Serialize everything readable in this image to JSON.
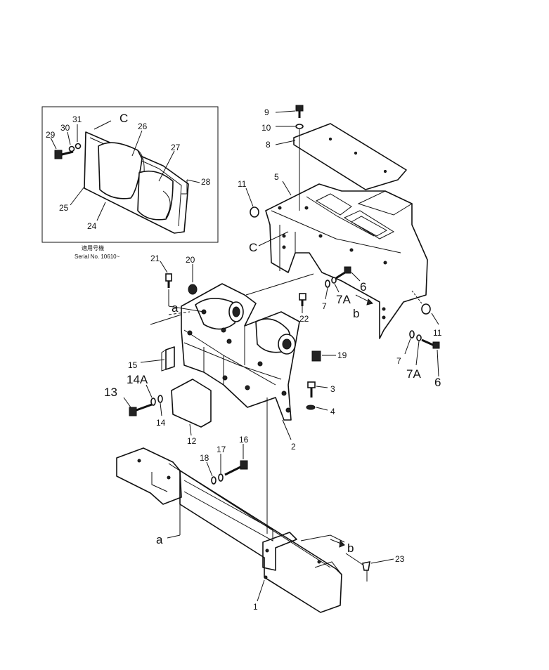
{
  "inset": {
    "serial_heading": "適用号機",
    "serial_text": "Serial No. 10610~",
    "labels": [
      "29",
      "30",
      "31",
      "C",
      "26",
      "27",
      "28",
      "25",
      "24"
    ]
  },
  "callouts": {
    "p1": "1",
    "p2": "2",
    "p3": "3",
    "p4": "4",
    "p5": "5",
    "p6a": "6",
    "p6b": "6",
    "p7a": "7",
    "p7b": "7",
    "p7Aa": "7A",
    "p7Ab": "7A",
    "p8": "8",
    "p9": "9",
    "p10": "10",
    "p11a": "11",
    "p11b": "11",
    "p12": "12",
    "p13": "13",
    "p14": "14",
    "p14A": "14A",
    "p15": "15",
    "p16": "16",
    "p17": "17",
    "p18": "18",
    "p19": "19",
    "p20": "20",
    "p21": "21",
    "p22": "22",
    "p23": "23",
    "a1": "a",
    "a2": "a",
    "b1": "b",
    "b2": "b",
    "c1": "C"
  }
}
